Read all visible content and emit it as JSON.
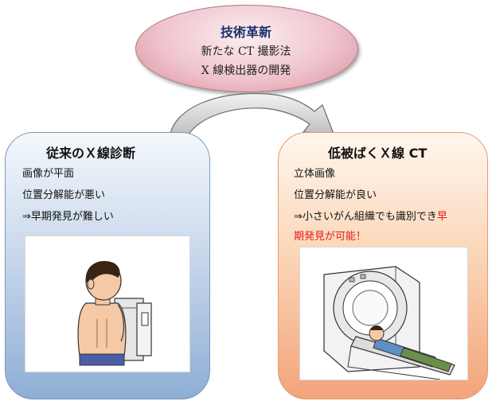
{
  "tech": {
    "title": "技術革新",
    "line1": "新たな CT 撮影法",
    "line2": "X 線検出器の開発"
  },
  "left_panel": {
    "title": "従来のＸ線診断",
    "lines": [
      "画像が平面",
      "位置分解能が悪い",
      "⇒早期発見が難しい"
    ]
  },
  "right_panel": {
    "title": "低被ばくＸ線 CT",
    "lines": [
      "立体画像",
      "位置分解能が良い"
    ],
    "line3_black": "⇒小さいがん組織でも識別でき",
    "line3_red": "早",
    "line4_red": "期発見が可能！"
  },
  "colors": {
    "tech_title": "#1e2f6b",
    "left_panel": "#8eaed4",
    "right_panel": "#f3a47a",
    "highlight_red": "#e21a1a"
  }
}
